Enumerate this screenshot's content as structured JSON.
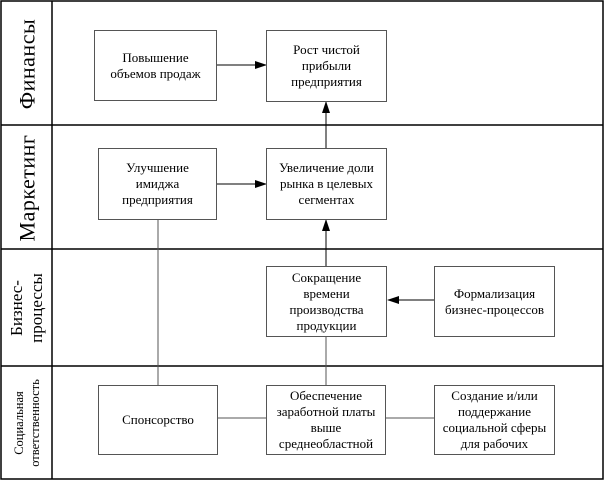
{
  "lanes": [
    {
      "id": "finance",
      "label": "Финансы"
    },
    {
      "id": "marketing",
      "label": "Маркетинг"
    },
    {
      "id": "business",
      "label": "Бизнес-\nпроцессы"
    },
    {
      "id": "social",
      "label": "Социальная\nответственность"
    }
  ],
  "boxes": {
    "sales_growth": "Повышение\nобъемов продаж",
    "net_profit_growth": "Рост чистой\nприбыли\nпредприятия",
    "image_improvement": "Улучшение\nимиджа\nпредприятия",
    "market_share_growth": "Увеличение доли\nрынка в целевых\nсегментах",
    "production_time_reduction": "Сокращение\nвремени\nпроизводства\nпродукции",
    "process_formalization": "Формализация\nбизнес-процессов",
    "sponsorship": "Спонсорство",
    "salary_above_regional": "Обеспечение\nзаработной платы\nвыше\nсреднеобластной",
    "social_sphere": "Создание и/или\nподдержание\nсоциальной сферы\nдля рабочих"
  }
}
